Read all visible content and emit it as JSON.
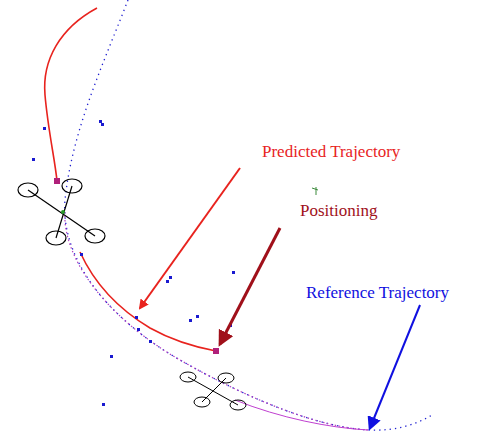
{
  "diagram": {
    "labels": [
      "Predicted Trajectory",
      "Positioning",
      "Reference Trajectory"
    ]
  }
}
